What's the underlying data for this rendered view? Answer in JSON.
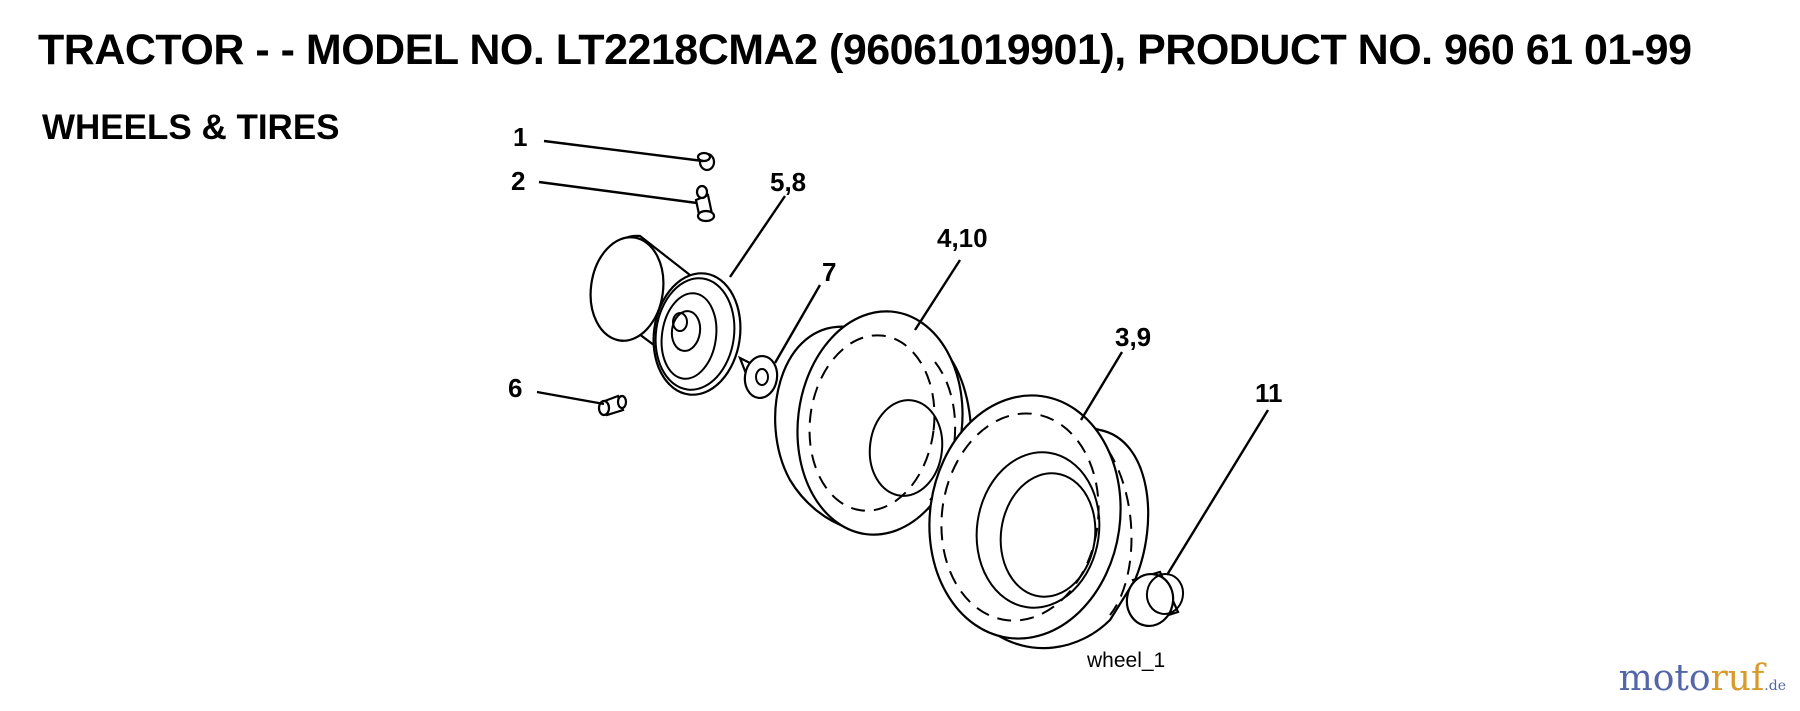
{
  "header": {
    "title": "TRACTOR - - MODEL NO. LT2218CMA2 (96061019901), PRODUCT NO. 960 61 01-99",
    "section": "WHEELS & TIRES"
  },
  "diagram": {
    "callouts": {
      "c1": "1",
      "c2": "2",
      "c58": "5,8",
      "c410": "4,10",
      "c7": "7",
      "c39": "3,9",
      "c6": "6",
      "c11": "11"
    },
    "figure_id": "wheel_1"
  },
  "watermark": {
    "part1": "moto",
    "part2": "ruf",
    "suffix": ".de"
  }
}
